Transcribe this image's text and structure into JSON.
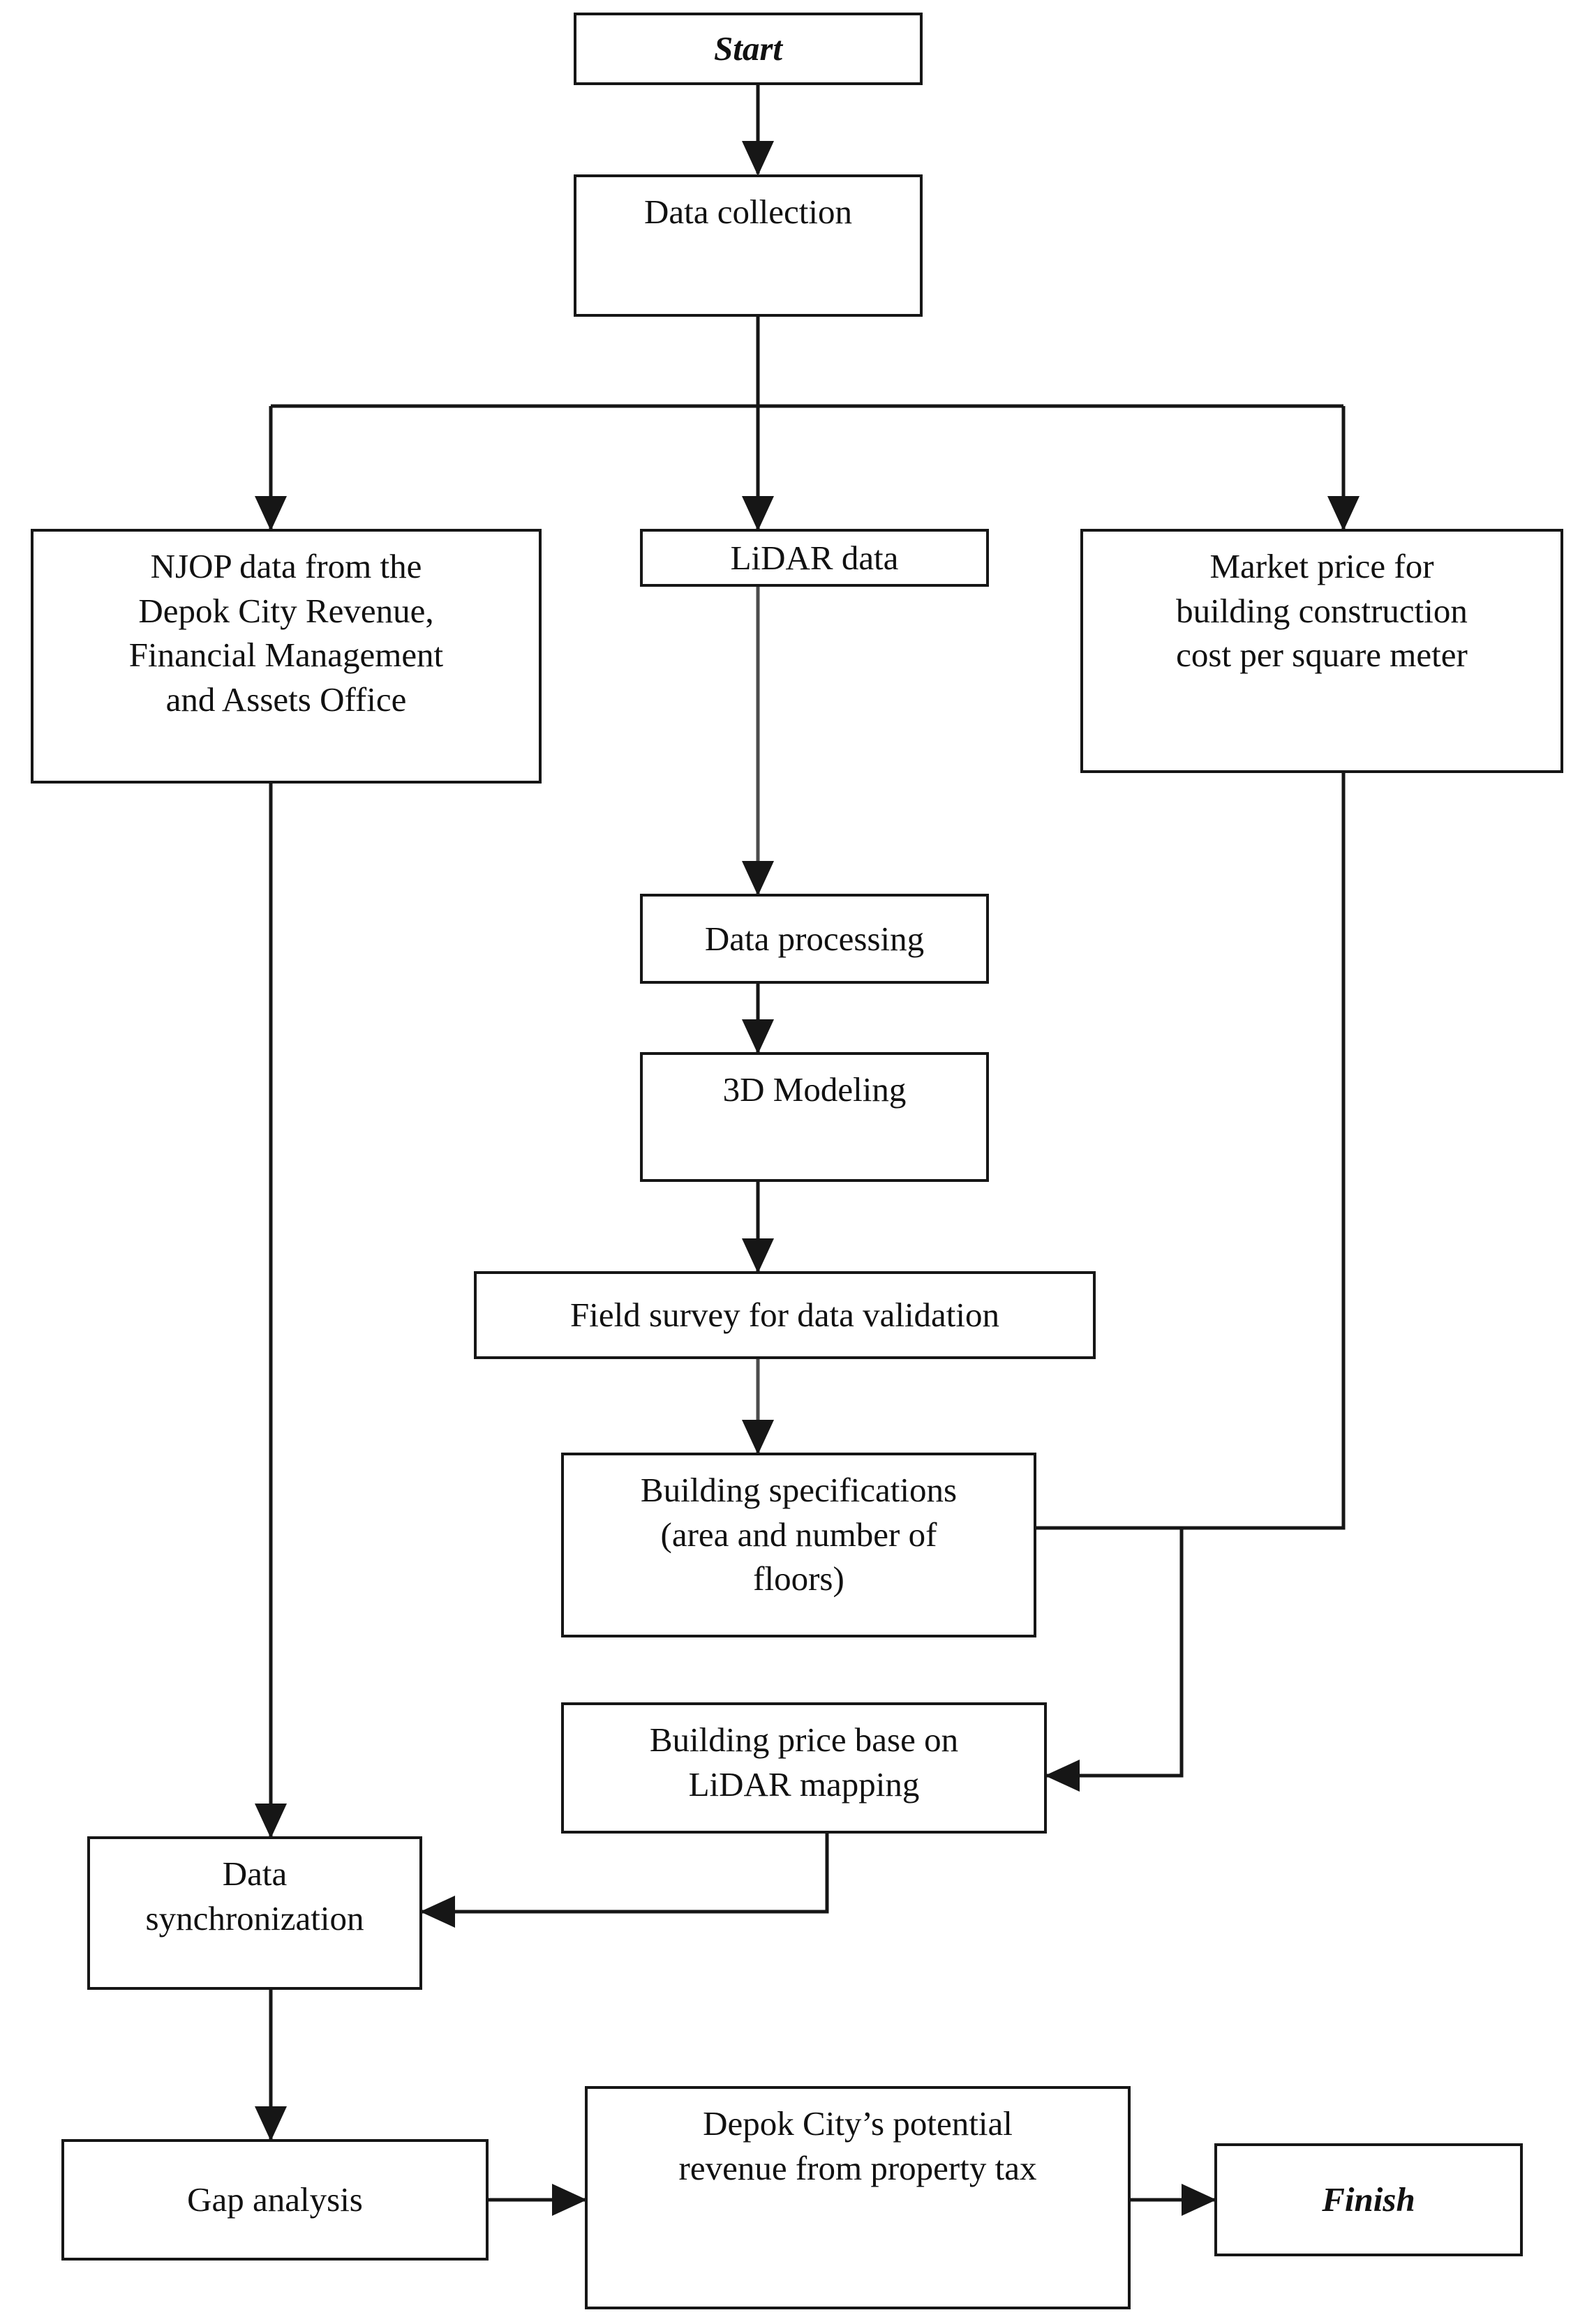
{
  "diagram": {
    "title": "Research methodology flowchart",
    "type": "flowchart",
    "stroke_color": "#161616",
    "background_color": "#ffffff",
    "text_color": "#111111"
  },
  "nodes": {
    "start": {
      "label": "Start",
      "style": "italic"
    },
    "data_collection": {
      "label": "Data collection",
      "style": "normal"
    },
    "njop": {
      "label": "NJOP data from the\nDepok City Revenue,\nFinancial Management\nand Assets Office",
      "style": "normal"
    },
    "lidar_data": {
      "label": "LiDAR data",
      "style": "normal"
    },
    "market_price": {
      "label": "Market price for\nbuilding construction\ncost per square meter",
      "style": "normal"
    },
    "data_processing": {
      "label": "Data processing",
      "style": "normal"
    },
    "modeling_3d": {
      "label": "3D Modeling",
      "style": "normal"
    },
    "field_survey": {
      "label": "Field survey for data validation",
      "style": "normal"
    },
    "building_specs": {
      "label": "Building specifications\n(area and number of\nfloors)",
      "style": "normal"
    },
    "building_price": {
      "label": "Building price base on\nLiDAR mapping",
      "style": "normal"
    },
    "data_sync": {
      "label": "Data\nsynchronization",
      "style": "normal"
    },
    "gap_analysis": {
      "label": "Gap analysis",
      "style": "normal"
    },
    "potential_revenue": {
      "label": "Depok City’s potential\nrevenue from property tax",
      "style": "normal"
    },
    "finish": {
      "label": "Finish",
      "style": "italic"
    }
  },
  "edges": [
    {
      "from": "start",
      "to": "data_collection",
      "kind": "straight-down"
    },
    {
      "from": "data_collection",
      "to": "njop",
      "kind": "split-left"
    },
    {
      "from": "data_collection",
      "to": "lidar_data",
      "kind": "split-center"
    },
    {
      "from": "data_collection",
      "to": "market_price",
      "kind": "split-right"
    },
    {
      "from": "njop",
      "to": "data_sync",
      "kind": "straight-down"
    },
    {
      "from": "lidar_data",
      "to": "data_processing",
      "kind": "straight-down"
    },
    {
      "from": "data_processing",
      "to": "modeling_3d",
      "kind": "straight-down"
    },
    {
      "from": "modeling_3d",
      "to": "field_survey",
      "kind": "straight-down"
    },
    {
      "from": "field_survey",
      "to": "building_specs",
      "kind": "straight-down"
    },
    {
      "from": "market_price",
      "to": "building_specs",
      "kind": "elbow-left"
    },
    {
      "from": "building_specs",
      "to": "building_price",
      "kind": "elbow-right-in"
    },
    {
      "from": "building_price",
      "to": "data_sync",
      "kind": "elbow-left"
    },
    {
      "from": "data_sync",
      "to": "gap_analysis",
      "kind": "straight-down"
    },
    {
      "from": "gap_analysis",
      "to": "potential_revenue",
      "kind": "straight-right"
    },
    {
      "from": "potential_revenue",
      "to": "finish",
      "kind": "straight-right"
    }
  ]
}
